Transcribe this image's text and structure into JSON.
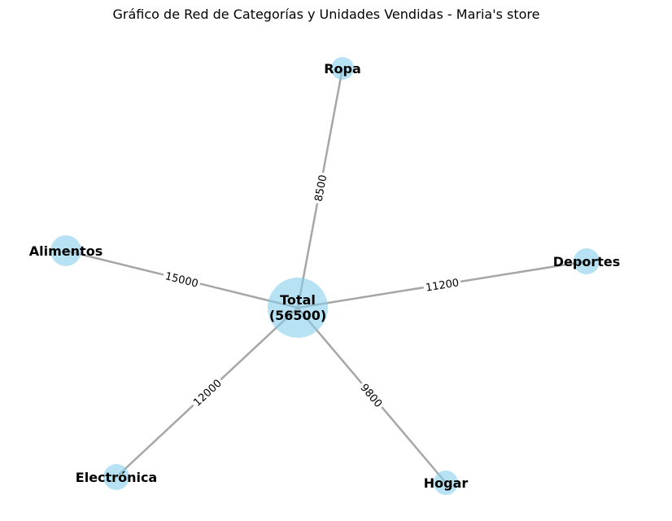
{
  "title": "Gráfico de Red de Categorías y Unidades Vendidas - Maria's store",
  "colors": {
    "node_fill": "#87ceeb",
    "edge": "#a6a6a6",
    "text": "#000000"
  },
  "center": {
    "id": "total",
    "label_line1": "Total",
    "label_line2": "(56500)",
    "value": 56500
  },
  "categories": [
    {
      "id": "ropa",
      "label": "Ropa",
      "units": 8500,
      "units_label": "8500"
    },
    {
      "id": "deportes",
      "label": "Deportes",
      "units": 11200,
      "units_label": "11200"
    },
    {
      "id": "hogar",
      "label": "Hogar",
      "units": 9800,
      "units_label": "9800"
    },
    {
      "id": "electronica",
      "label": "Electrónica",
      "units": 12000,
      "units_label": "12000"
    },
    {
      "id": "alimentos",
      "label": "Alimentos",
      "units": 15000,
      "units_label": "15000"
    }
  ]
}
